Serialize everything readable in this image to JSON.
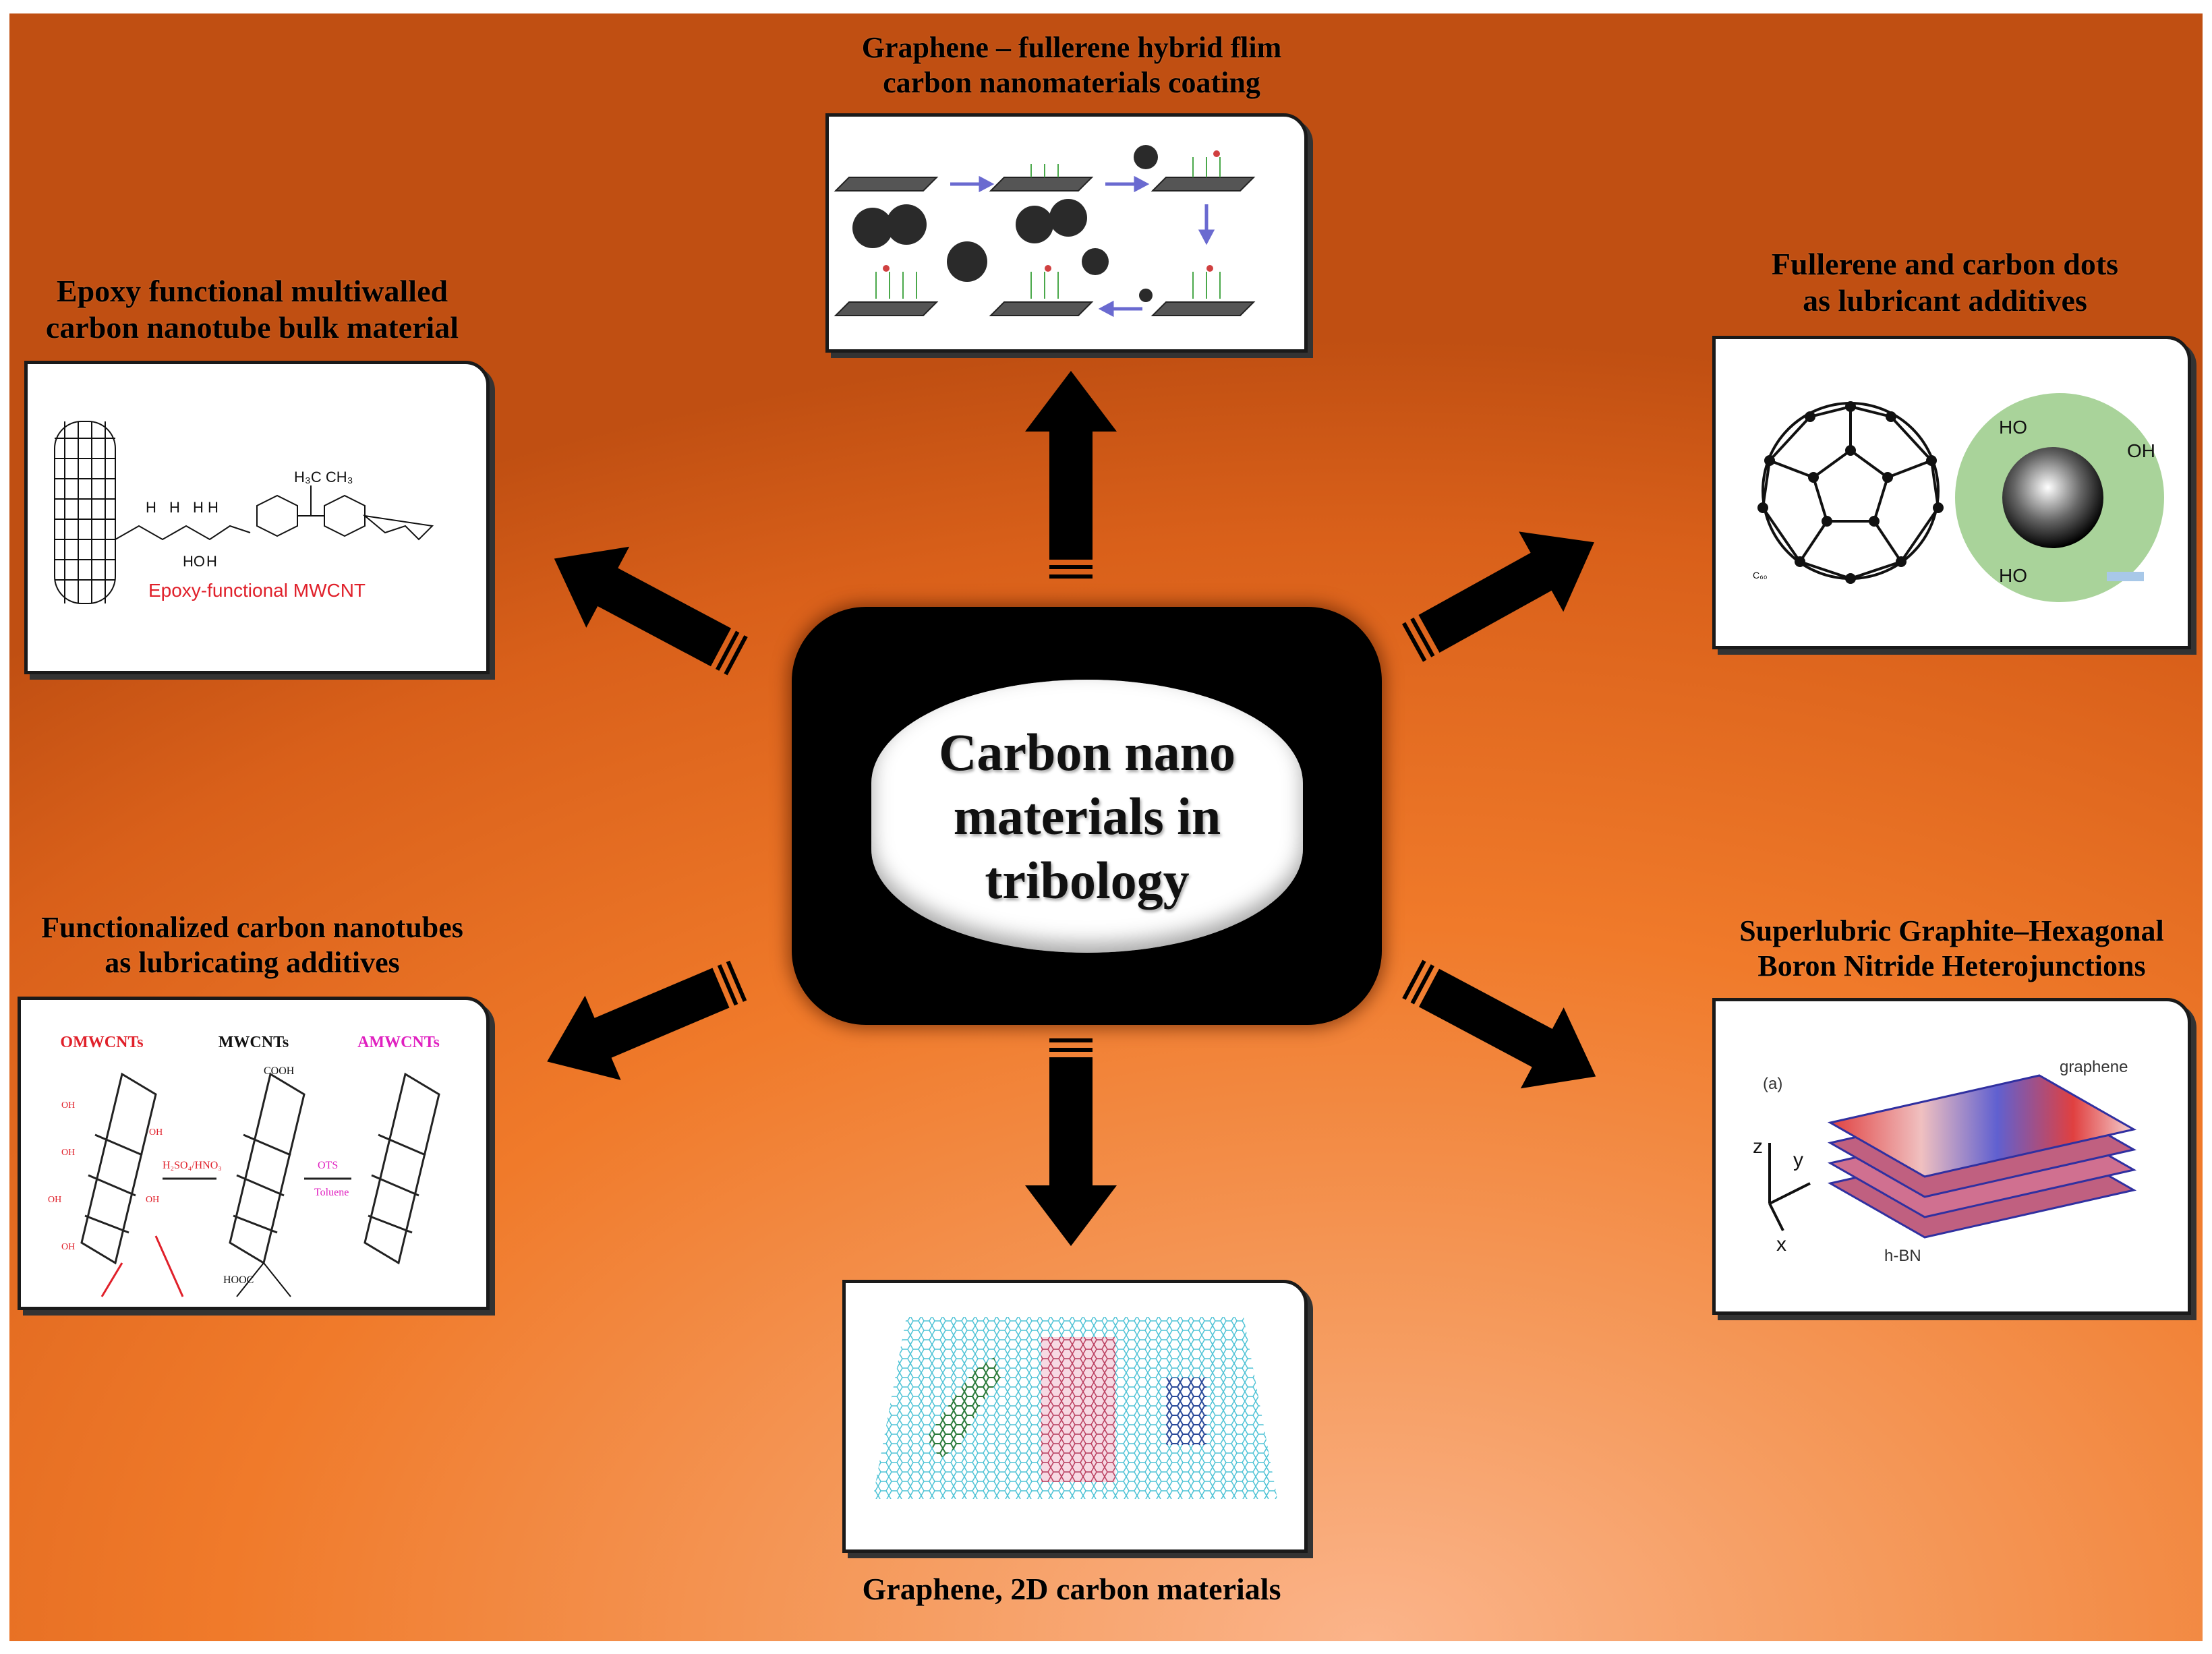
{
  "center": {
    "label": "Carbon nano materials in tribology"
  },
  "nodes": {
    "top": {
      "title_line1": "Graphene – fullerene hybrid flim",
      "title_line2": "carbon nanomaterials coating"
    },
    "top_left": {
      "title_line1": "Epoxy functional multiwalled",
      "title_line2": "carbon nanotube bulk material",
      "image_caption": "Epoxy-functional MWCNT"
    },
    "top_right": {
      "title_line1": "Fullerene and carbon dots",
      "title_line2": "as  lubricant additives",
      "small_label": "C₆₀",
      "chem_labels": [
        "HO",
        "OH",
        "HO"
      ]
    },
    "bottom_left": {
      "title_line1": "Functionalized carbon nanotubes",
      "title_line2": "as lubricating additives",
      "img_labels": [
        "OMWCNTs",
        "MWCNTs",
        "AMWCNTs"
      ],
      "reagent_1": "H₂SO₄/HNO₃",
      "reagent_2": "OTS",
      "reagent_3": "Toluene",
      "group_cooh": "COOH",
      "group_hooc": "HOOC"
    },
    "bottom_right": {
      "title_line1": "Superlubric Graphite–Hexagonal",
      "title_line2": "Boron Nitride Heterojunctions",
      "label_a": "(a)",
      "label_graphene": "graphene",
      "label_hbn": "h-BN",
      "axis_z": "z",
      "axis_y": "y",
      "axis_x": "x"
    },
    "bottom": {
      "title_line1": "Graphene, 2D carbon  materials"
    }
  },
  "colors": {
    "bg_dark": "#c04f12",
    "bg_light": "#fbb48a",
    "center_fill": "#000000",
    "arrow_fill": "#000000",
    "red_caption": "#e0202a",
    "magenta": "#e020c0"
  }
}
